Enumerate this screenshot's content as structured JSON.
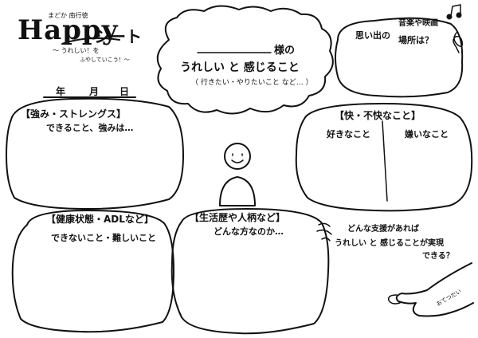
{
  "header": {
    "area_name": "まどか 南行徳",
    "title_latin": "Happy",
    "title_kana": "シート",
    "tagline_1": "〜 うれしい！を",
    "tagline_2": "ふやしていこう！〜",
    "date_year": "年",
    "date_month": "月",
    "date_day": "日"
  },
  "cloud": {
    "honorific": "様の",
    "title": "うれしい と 感じること",
    "subtitle": "（ 行きたい・やりたいこと など… ）"
  },
  "memory": {
    "line1_a": "思い出の",
    "line1_b": "音楽や映画",
    "line2": "場所は？"
  },
  "sections": {
    "strengths": {
      "heading": "【強み・ストレングス】",
      "subheading": "できること、強みは…"
    },
    "comfort": {
      "heading": "【快・不快なこと】",
      "like": "好きなこと",
      "dislike": "嫌いなこと"
    },
    "health": {
      "heading": "【健康状態・ADLなど】",
      "subheading": "できないこと・難しいこと"
    },
    "life": {
      "heading": "【生活歴や人柄など】",
      "subheading": "どんな方なのか…"
    },
    "support": {
      "line1": "どんな支援があれば",
      "line2": "うれしい と 感じることが実現",
      "line3": "できる？"
    }
  },
  "footer": {
    "hand_note": "おてつだい"
  }
}
